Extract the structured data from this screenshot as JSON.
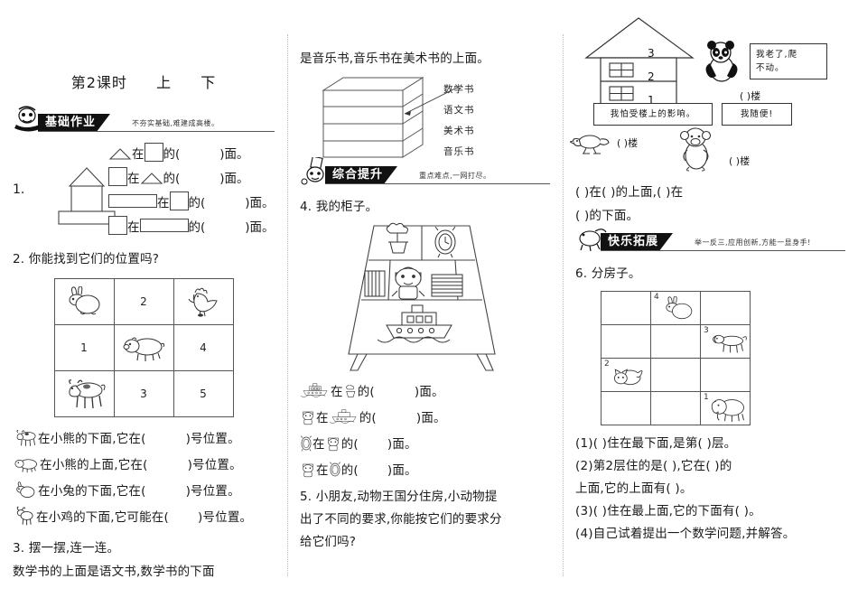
{
  "page": {
    "title_prefix": "第2课时",
    "title_a": "上",
    "title_b": "下"
  },
  "badges": {
    "basic": {
      "label": "基础作业",
      "subtitle": "不夯实基础,难建成高楼。"
    },
    "improve": {
      "label": "综合提升",
      "subtitle": "重点难点,一网打尽。"
    },
    "extend": {
      "label": "快乐拓展",
      "subtitle": "举一反三,应用创新,方能一显身手!"
    }
  },
  "q1": {
    "number": "1.",
    "lines": [
      {
        "pre": "",
        "a": "triangle",
        "mid": "在",
        "b": "square",
        "post": "的(",
        "tail": ")面。"
      },
      {
        "pre": "",
        "a": "square",
        "mid": "在",
        "b": "triangle",
        "post": "的(",
        "tail": ")面。"
      },
      {
        "pre": "",
        "a": "rect",
        "mid": "在",
        "b": "square",
        "post": "的(",
        "tail": ")面。"
      },
      {
        "pre": "",
        "a": "square",
        "mid": "在",
        "b": "rect",
        "post": "的(",
        "tail": ")面。"
      }
    ]
  },
  "q2": {
    "number": "2.",
    "prompt": "你能找到它们的位置吗?",
    "grid": [
      [
        "rabbit-icon",
        "2",
        "rooster-icon"
      ],
      [
        "1",
        "pig-icon",
        "4"
      ],
      [
        "cow-icon",
        "3",
        "5"
      ]
    ],
    "statements": [
      {
        "icon": "cow-icon",
        "text": "在小熊的下面,它在(",
        "tail": ")号位置。"
      },
      {
        "icon": "pig-icon",
        "text": "在小熊的上面,它在(",
        "tail": ")号位置。"
      },
      {
        "icon": "rabbit2-icon",
        "text": "在小兔的下面,它在(",
        "tail": ")号位置。"
      },
      {
        "icon": "deer-icon",
        "text": "在小鸡的下面,它可能在(",
        "tail": ")号位置。"
      }
    ]
  },
  "q3": {
    "number": "3.",
    "prompt": "摆一摆,连一连。",
    "body_line1": "数学书的上面是语文书,数学书的下面",
    "body_line2": "是音乐书,音乐书在美术书的上面。",
    "book_labels": [
      "数学书",
      "语文书",
      "美术书",
      "音乐书"
    ]
  },
  "q4": {
    "number": "4.",
    "prompt": "我的柜子。",
    "statements": [
      {
        "a": "boat-icon",
        "mid": "在",
        "b": "plant-icon",
        "post": "的(",
        "tail": ")面。"
      },
      {
        "a": "doll-icon",
        "mid": "在",
        "b": "boat-icon",
        "post": "的(",
        "tail": ")面。"
      },
      {
        "a": "clock-icon",
        "mid": "在",
        "b": "doll-icon",
        "post": "的(",
        "tail": ")面。"
      },
      {
        "a": "doll-icon",
        "mid": "在",
        "b": "clock-icon",
        "post": "的(",
        "tail": ")面。"
      }
    ]
  },
  "q5": {
    "number": "5.",
    "line1": "小朋友,动物王国分住房,小动物提",
    "line2": "出了不同的要求,你能按它们的要求分",
    "line3": "给它们吗?",
    "house_floors": [
      "3",
      "2",
      "1"
    ],
    "speech": {
      "panda": "我老了,爬\n不动。",
      "panda_l1": "我老了,爬",
      "panda_l2": "不动。",
      "chick": "我怕受楼上的影响。",
      "monkey": "我随便!"
    },
    "answer_slots": {
      "panda": "(     )楼",
      "chick": "(     )楼",
      "monkey": "(     )楼"
    },
    "conclusion_l1": "(     )在(     )的上面,(     )在",
    "conclusion_l2": "(     )的下面。"
  },
  "q6": {
    "number": "6.",
    "prompt": "分房子。",
    "grid": [
      [
        {
          "num": "",
          "icon": ""
        },
        {
          "num": "4",
          "icon": "rabbit-icon"
        },
        {
          "num": "",
          "icon": ""
        }
      ],
      [
        {
          "num": "",
          "icon": ""
        },
        {
          "num": "",
          "icon": ""
        },
        {
          "num": "3",
          "icon": "dog-icon"
        }
      ],
      [
        {
          "num": "2",
          "icon": "cat-icon"
        },
        {
          "num": "",
          "icon": ""
        },
        {
          "num": "",
          "icon": ""
        }
      ],
      [
        {
          "num": "",
          "icon": ""
        },
        {
          "num": "",
          "icon": ""
        },
        {
          "num": "1",
          "icon": "elephant-icon"
        }
      ]
    ],
    "subquestions": [
      "(1)(     )住在最下面,是第(     )层。",
      "(2)第2层住的是(     ),它在(     )的",
      "上面,它的上面有(     )。",
      "(3)(     )住在最上面,它的下面有(     )。",
      "(4)自己试着提出一个数学问题,并解答。"
    ]
  },
  "colors": {
    "ink": "#1a1a1a",
    "rule": "#555555",
    "badge_bg": "#111111"
  }
}
